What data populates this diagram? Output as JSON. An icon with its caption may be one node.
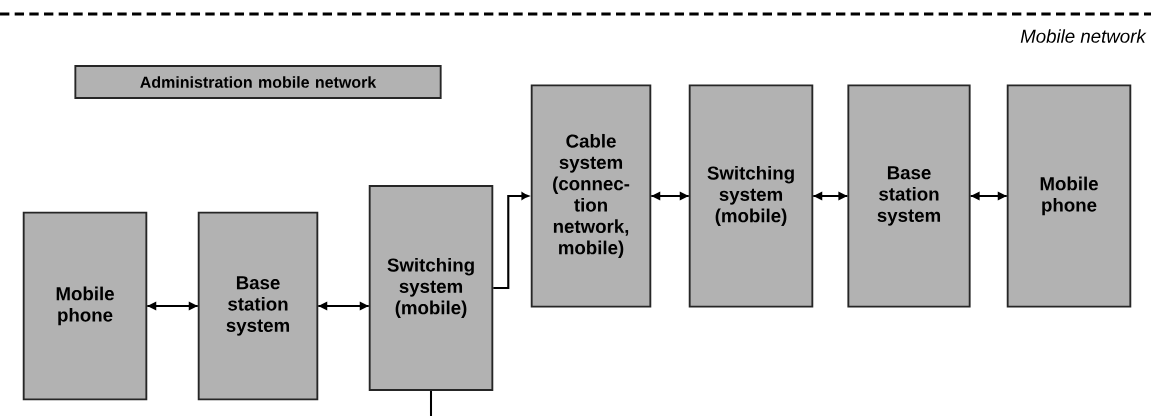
{
  "diagram": {
    "nodes": [
      {
        "text": [
          "Administration mobile network"
        ]
      },
      {
        "text": [
          "Mobile phone"
        ]
      },
      {
        "text": [
          "Base station system"
        ]
      },
      {
        "text": [
          "Switching system (mobile)"
        ]
      },
      {
        "text": [
          "Cable system (connec- tion network, mobile)"
        ]
      },
      {
        "text": [
          "Switching system (mobile)"
        ]
      },
      {
        "text": [
          "Base station system"
        ]
      },
      {
        "text": [
          "Mobile phone"
        ]
      }
    ],
    "edges": [
      {
        "from": 1,
        "to": 2,
        "arrow": "both"
      },
      {
        "from": 2,
        "to": 3,
        "arrow": "both"
      },
      {
        "from": 3,
        "to": 4,
        "arrow": "to"
      },
      {
        "from": 4,
        "to": 5,
        "arrow": "both"
      },
      {
        "from": 5,
        "to": 6,
        "arrow": "both"
      },
      {
        "from": 6,
        "to": 7,
        "arrow": "both"
      },
      {
        "from": 3,
        "to": null,
        "arrow": "none"
      }
    ],
    "labels": [
      "Mobile network"
    ]
  }
}
